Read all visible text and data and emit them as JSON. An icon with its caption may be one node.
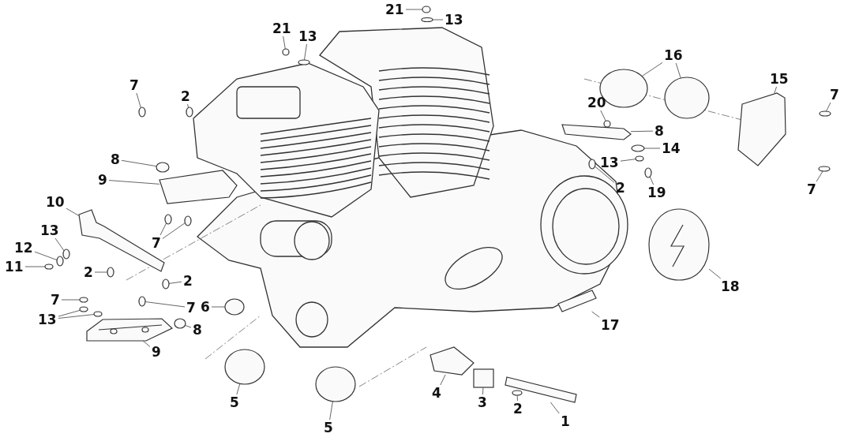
{
  "diagram": {
    "nodes": [
      {
        "text": [
          "21"
        ]
      },
      {
        "text": [
          "13"
        ]
      },
      {
        "text": [
          "21"
        ]
      },
      {
        "text": [
          "13"
        ]
      },
      {
        "text": [
          "7"
        ]
      },
      {
        "text": [
          "2"
        ]
      },
      {
        "text": [
          "16"
        ]
      },
      {
        "text": [
          "15"
        ]
      },
      {
        "text": [
          "7"
        ]
      },
      {
        "text": [
          "20"
        ]
      },
      {
        "text": [
          "8"
        ]
      },
      {
        "text": [
          "14"
        ]
      },
      {
        "text": [
          "2"
        ]
      },
      {
        "text": [
          "13"
        ]
      },
      {
        "text": [
          "19"
        ]
      },
      {
        "text": [
          "7"
        ]
      },
      {
        "text": [
          "8"
        ]
      },
      {
        "text": [
          "9"
        ]
      },
      {
        "text": [
          "10"
        ]
      },
      {
        "text": [
          "7"
        ]
      },
      {
        "text": [
          "13"
        ]
      },
      {
        "text": [
          "12"
        ]
      },
      {
        "text": [
          "11"
        ]
      },
      {
        "text": [
          "2"
        ]
      },
      {
        "text": [
          "7"
        ]
      },
      {
        "text": [
          "2"
        ]
      },
      {
        "text": [
          "7"
        ]
      },
      {
        "text": [
          "13"
        ]
      },
      {
        "text": [
          "8"
        ]
      },
      {
        "text": [
          "9"
        ]
      },
      {
        "text": [
          "6"
        ]
      },
      {
        "text": [
          "18"
        ]
      },
      {
        "text": [
          "17"
        ]
      },
      {
        "text": [
          "5"
        ]
      },
      {
        "text": [
          "5"
        ]
      },
      {
        "text": [
          "4"
        ]
      },
      {
        "text": [
          "3"
        ]
      },
      {
        "text": [
          "2"
        ]
      },
      {
        "text": [
          "1"
        ]
      },
      {
        "text": [],
        "shape": "circle"
      },
      {
        "text": [],
        "shape": "circle"
      },
      {
        "text": [],
        "shape": "circle"
      },
      {
        "text": [],
        "shape": "circle"
      },
      {
        "text": [],
        "shape": "circle"
      },
      {
        "text": [],
        "shape": "circle"
      },
      {
        "text": [],
        "shape": "circle"
      },
      {
        "text": [],
        "shape": "circle"
      },
      {
        "text": [],
        "shape": "picture"
      },
      {
        "text": [],
        "shape": "circle"
      },
      {
        "text": [],
        "shape": "circle"
      },
      {
        "text": [],
        "shape": "picture"
      },
      {
        "text": [],
        "shape": "circle"
      },
      {
        "text": [],
        "shape": "circle"
      },
      {
        "text": [],
        "shape": "circle"
      },
      {
        "text": [],
        "shape": "circle"
      },
      {
        "text": [],
        "shape": "circle"
      },
      {
        "text": [],
        "shape": "circle"
      },
      {
        "text": [],
        "shape": "picture"
      },
      {
        "text": [],
        "shape": "picture"
      },
      {
        "text": [],
        "shape": "circle"
      },
      {
        "text": [],
        "shape": "circle"
      },
      {
        "text": [],
        "shape": "circle"
      },
      {
        "text": [],
        "shape": "circle"
      },
      {
        "text": [],
        "shape": "circle"
      },
      {
        "text": [],
        "shape": "circle"
      },
      {
        "text": [],
        "shape": "circle"
      },
      {
        "text": [],
        "shape": "circle"
      },
      {
        "text": [],
        "shape": "circle"
      },
      {
        "text": [],
        "shape": "circle"
      },
      {
        "text": [],
        "shape": "circle"
      },
      {
        "text": [],
        "shape": "circle"
      },
      {
        "text": [],
        "shape": "picture"
      },
      {
        "text": [],
        "shape": "circle"
      },
      {
        "text": [],
        "shape": "picture"
      },
      {
        "text": [],
        "shape": "picture"
      },
      {
        "text": [],
        "shape": "circle"
      },
      {
        "text": [],
        "shape": "circle"
      },
      {
        "text": [],
        "shape": "picture"
      },
      {
        "text": [],
        "shape": "box"
      },
      {
        "text": [],
        "shape": "circle"
      },
      {
        "text": [],
        "shape": "picture"
      }
    ],
    "edges": [
      {
        "from": 0,
        "to": 39,
        "arrow": "none"
      },
      {
        "from": 1,
        "to": 40,
        "arrow": "none"
      },
      {
        "from": 2,
        "to": 41,
        "arrow": "none"
      },
      {
        "from": 3,
        "to": 42,
        "arrow": "none"
      },
      {
        "from": 4,
        "to": 43,
        "arrow": "none"
      },
      {
        "from": 5,
        "to": 44,
        "arrow": "none"
      },
      {
        "from": 6,
        "to": 45,
        "arrow": "none"
      },
      {
        "from": 6,
        "to": 46,
        "arrow": "none"
      },
      {
        "from": 7,
        "to": 47,
        "arrow": "none"
      },
      {
        "from": 8,
        "to": 48,
        "arrow": "none"
      },
      {
        "from": 9,
        "to": 49,
        "arrow": "none"
      },
      {
        "from": 10,
        "to": 50,
        "arrow": "none"
      },
      {
        "from": 11,
        "to": 51,
        "arrow": "none"
      },
      {
        "from": 12,
        "to": 52,
        "arrow": "none"
      },
      {
        "from": 13,
        "to": 53,
        "arrow": "none"
      },
      {
        "from": 14,
        "to": 54,
        "arrow": "none"
      },
      {
        "from": 15,
        "to": 55,
        "arrow": "none"
      },
      {
        "from": 16,
        "to": 56,
        "arrow": "none"
      },
      {
        "from": 17,
        "to": 57,
        "arrow": "none"
      },
      {
        "from": 18,
        "to": 58,
        "arrow": "none"
      },
      {
        "from": 19,
        "to": 59,
        "arrow": "none"
      },
      {
        "from": 19,
        "to": 60,
        "arrow": "none"
      },
      {
        "from": 20,
        "to": 61,
        "arrow": "none"
      },
      {
        "from": 21,
        "to": 62,
        "arrow": "none"
      },
      {
        "from": 22,
        "to": 63,
        "arrow": "none"
      },
      {
        "from": 23,
        "to": 64,
        "arrow": "none"
      },
      {
        "from": 24,
        "to": 65,
        "arrow": "none"
      },
      {
        "from": 25,
        "to": 66,
        "arrow": "none"
      },
      {
        "from": 26,
        "to": 67,
        "arrow": "none"
      },
      {
        "from": 27,
        "to": 68,
        "arrow": "none"
      },
      {
        "from": 27,
        "to": 69,
        "arrow": "none"
      },
      {
        "from": 28,
        "to": 70,
        "arrow": "none"
      },
      {
        "from": 29,
        "to": 71,
        "arrow": "none"
      },
      {
        "from": 30,
        "to": 72,
        "arrow": "none"
      },
      {
        "from": 31,
        "to": 73,
        "arrow": "none"
      },
      {
        "from": 32,
        "to": 74,
        "arrow": "none"
      },
      {
        "from": 33,
        "to": 75,
        "arrow": "none"
      },
      {
        "from": 34,
        "to": 76,
        "arrow": "none"
      },
      {
        "from": 35,
        "to": 77,
        "arrow": "none"
      },
      {
        "from": 36,
        "to": 78,
        "arrow": "none"
      },
      {
        "from": 37,
        "to": 79,
        "arrow": "none"
      },
      {
        "from": 38,
        "to": 80,
        "arrow": "none"
      }
    ]
  }
}
